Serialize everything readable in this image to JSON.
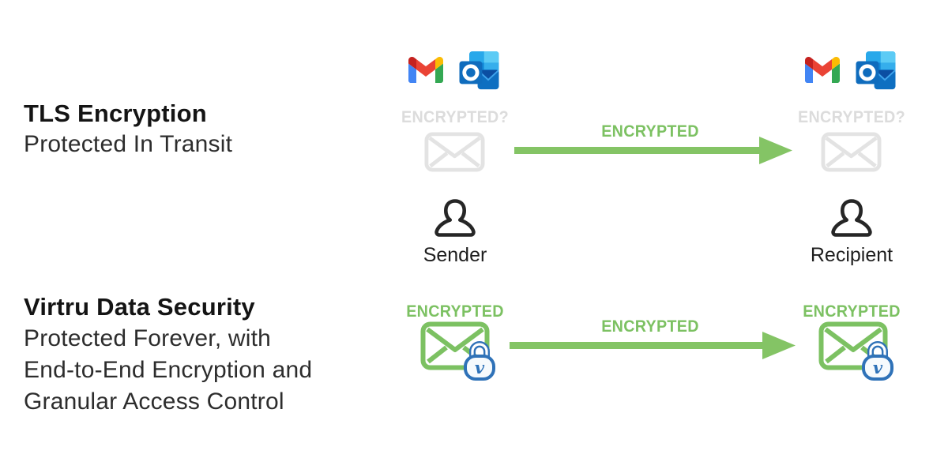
{
  "colors": {
    "accent_green": "#7CC162",
    "muted_gray_text": "#DCDCDC",
    "envelope_gray": "#E3E3E3",
    "lock_blue": "#2F72B8",
    "text_dark": "#141414"
  },
  "rows": {
    "tls": {
      "title": "TLS Encryption",
      "subtitle": "Protected In Transit",
      "sender_status": "ENCRYPTED?",
      "transit_label": "ENCRYPTED",
      "recipient_status": "ENCRYPTED?"
    },
    "virtru": {
      "title": "Virtru Data Security",
      "subtitle_line1": "Protected Forever, with",
      "subtitle_line2": "End-to-End Encryption and",
      "subtitle_line3": "Granular Access Control",
      "sender_status": "ENCRYPTED",
      "transit_label": "ENCRYPTED",
      "recipient_status": "ENCRYPTED",
      "lock_monogram": "v"
    }
  },
  "actors": {
    "sender_label": "Sender",
    "recipient_label": "Recipient"
  },
  "icons": {
    "gmail": "gmail-icon",
    "outlook": "outlook-icon",
    "plain_envelope": "envelope-icon",
    "locked_envelope": "locked-envelope-icon",
    "padlock": "padlock-icon",
    "person": "person-icon",
    "arrow": "arrow-right-icon"
  }
}
